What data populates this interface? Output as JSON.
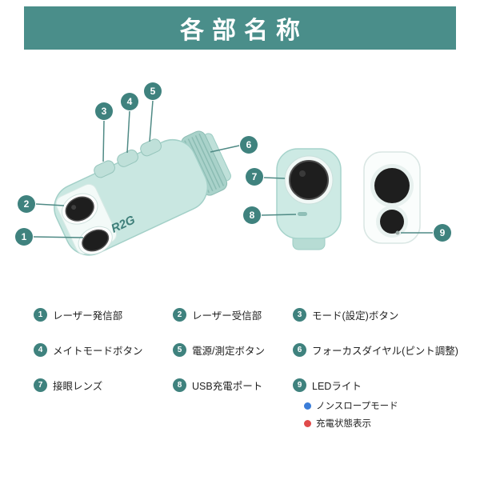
{
  "header": {
    "title": "各部名称"
  },
  "device": {
    "brand": "R2G"
  },
  "colors": {
    "header_bg": "#4a8e8a",
    "badge_bg": "#3f827e",
    "device_body": "#c9e7e1",
    "lens_dark": "#1e1e1e",
    "nonslope_dot": "#3b7dd8",
    "charge_dot": "#e04a4a"
  },
  "legend": {
    "items": [
      {
        "num": "1",
        "label": "レーザー発信部"
      },
      {
        "num": "2",
        "label": "レーザー受信部"
      },
      {
        "num": "3",
        "label": "モード(設定)ボタン"
      },
      {
        "num": "4",
        "label": "メイトモードボタン"
      },
      {
        "num": "5",
        "label": "電源/測定ボタン"
      },
      {
        "num": "6",
        "label": "フォーカスダイヤル(ピント調整)"
      },
      {
        "num": "7",
        "label": "接眼レンズ"
      },
      {
        "num": "8",
        "label": "USB充電ポート"
      },
      {
        "num": "9",
        "label": "LEDライト"
      }
    ],
    "led_sub_items": [
      {
        "label": "ノンスロープモード",
        "dot_color": "#3b7dd8"
      },
      {
        "label": "充電状態表示",
        "dot_color": "#e04a4a"
      }
    ]
  }
}
